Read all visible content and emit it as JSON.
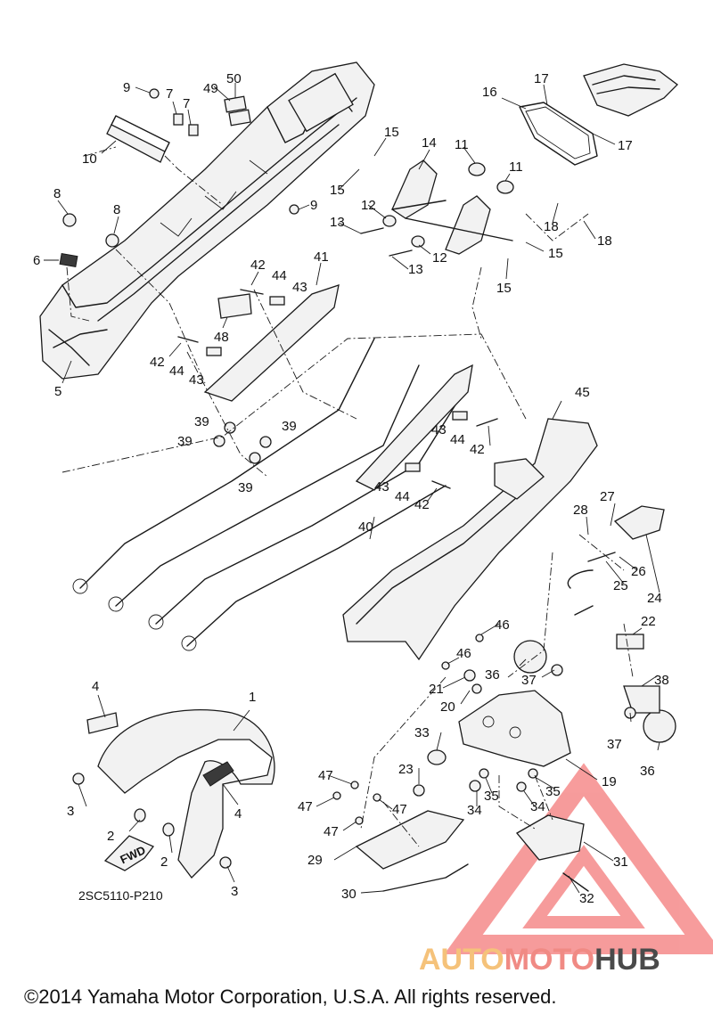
{
  "diagram_code": "2SC5110-P210",
  "copyright": "©2014 Yamaha Motor Corporation, U.S.A. All rights reserved.",
  "fwd_badge": "FWD",
  "watermark": {
    "word_auto": "AUTO",
    "word_moto": "MOTO",
    "word_hub": "HUB",
    "colors": {
      "auto": "#f5c27a",
      "moto": "#f08a84",
      "hub": "#4a4a4a",
      "triangle": "#f04a4a"
    }
  },
  "callouts": [
    "1",
    "2",
    "2",
    "3",
    "3",
    "4",
    "4",
    "5",
    "6",
    "7",
    "7",
    "8",
    "8",
    "9",
    "9",
    "10",
    "11",
    "11",
    "12",
    "12",
    "13",
    "13",
    "14",
    "15",
    "15",
    "15",
    "15",
    "16",
    "17",
    "17",
    "18",
    "18",
    "19",
    "20",
    "21",
    "22",
    "23",
    "24",
    "25",
    "26",
    "27",
    "28",
    "29",
    "30",
    "31",
    "32",
    "33",
    "34",
    "34",
    "35",
    "35",
    "36",
    "36",
    "37",
    "37",
    "38",
    "39",
    "39",
    "39",
    "39",
    "40",
    "41",
    "42",
    "42",
    "42",
    "42",
    "43",
    "43",
    "43",
    "43",
    "44",
    "44",
    "44",
    "44",
    "45",
    "46",
    "46",
    "47",
    "47",
    "47",
    "47",
    "48",
    "49",
    "50"
  ]
}
